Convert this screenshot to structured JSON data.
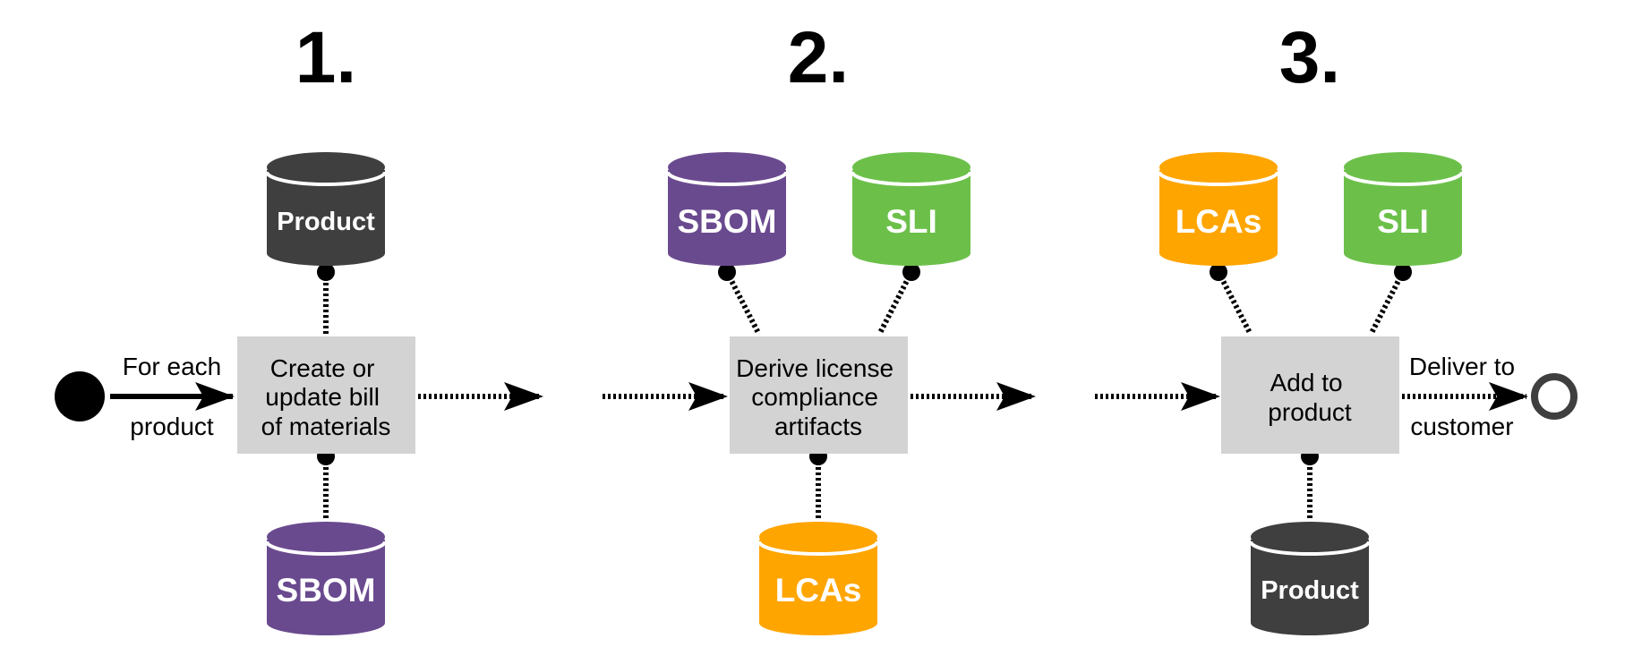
{
  "colors": {
    "process_fill": "#d3d3d3",
    "product": "#3f3f3f",
    "sbom": "#6a4a8f",
    "sli": "#6cc04a",
    "lcas": "#ffa500",
    "ink": "#000000",
    "end_ring": "#3f3f3f"
  },
  "steps": [
    {
      "number": "1.",
      "process": {
        "lines": [
          "Create or",
          "update bill",
          "of materials"
        ]
      },
      "databases": [
        {
          "label": "Product",
          "kind": "product"
        },
        {
          "label": "SBOM",
          "kind": "sbom"
        }
      ]
    },
    {
      "number": "2.",
      "process": {
        "lines": [
          "Derive license",
          "compliance",
          "artifacts"
        ]
      },
      "databases": [
        {
          "label": "SBOM",
          "kind": "sbom"
        },
        {
          "label": "SLI",
          "kind": "sli"
        },
        {
          "label": "LCAs",
          "kind": "lcas"
        }
      ]
    },
    {
      "number": "3.",
      "process": {
        "lines": [
          "Add to",
          "product"
        ]
      },
      "databases": [
        {
          "label": "LCAs",
          "kind": "lcas"
        },
        {
          "label": "SLI",
          "kind": "sli"
        },
        {
          "label": "Product",
          "kind": "product"
        }
      ]
    }
  ],
  "start_edge": {
    "top": "For each",
    "bottom": "product"
  },
  "end_edge": {
    "top": "Deliver to",
    "bottom": "customer"
  }
}
